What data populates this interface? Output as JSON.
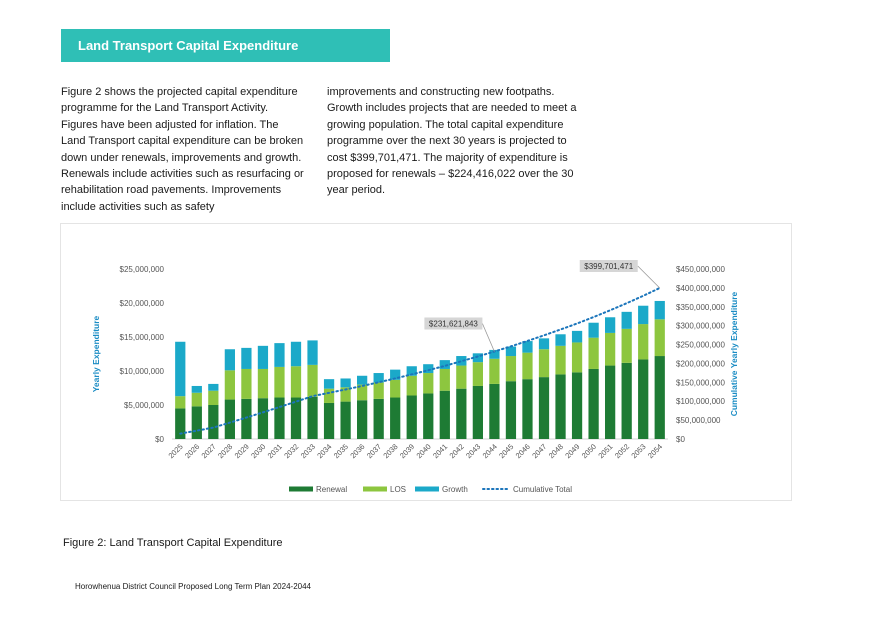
{
  "header": {
    "title": "Land Transport Capital Expenditure"
  },
  "body_text": {
    "column1": "Figure 2 shows the projected capital expenditure programme for the Land Transport Activity. Figures have been adjusted for inflation. The Land Transport capital expenditure can be broken down under renewals, improvements and growth. Renewals include activities such as resurfacing or rehabilitation road pavements. Improvements include activities such as safety",
    "column2": "improvements and constructing new footpaths. Growth includes projects that are needed to meet a growing population. The total capital expenditure programme over the next 30 years is projected to cost $399,701,471. The majority of expenditure is proposed for renewals – $224,416,022 over the 30 year period."
  },
  "chart_data": {
    "type": "bar",
    "stacked": true,
    "categories": [
      "2025",
      "2026",
      "2027",
      "2028",
      "2029",
      "2030",
      "2031",
      "2032",
      "2033",
      "2034",
      "2035",
      "2036",
      "2037",
      "2038",
      "2039",
      "2040",
      "2041",
      "2042",
      "2043",
      "2044",
      "2045",
      "2046",
      "2047",
      "2048",
      "2049",
      "2050",
      "2051",
      "2052",
      "2053",
      "2054"
    ],
    "series": [
      {
        "name": "Renewal",
        "color": "#1e7b34",
        "values": [
          4500000,
          4800000,
          5000000,
          5800000,
          5900000,
          6000000,
          6100000,
          6100000,
          6200000,
          5300000,
          5500000,
          5700000,
          5900000,
          6100000,
          6400000,
          6700000,
          7100000,
          7400000,
          7800000,
          8100000,
          8500000,
          8800000,
          9100000,
          9500000,
          9800000,
          10300000,
          10800000,
          11200000,
          11700000,
          12200000
        ]
      },
      {
        "name": "LOS",
        "color": "#8dc63f",
        "values": [
          1800000,
          2000000,
          2100000,
          4300000,
          4400000,
          4300000,
          4500000,
          4600000,
          4700000,
          2100000,
          2100000,
          2300000,
          2400000,
          2600000,
          2900000,
          3000000,
          3200000,
          3400000,
          3500000,
          3700000,
          3700000,
          3900000,
          4100000,
          4200000,
          4400000,
          4600000,
          4800000,
          5000000,
          5200000,
          5400000
        ]
      },
      {
        "name": "Growth",
        "color": "#1ba9c9",
        "values": [
          8000000,
          1000000,
          1000000,
          3100000,
          3100000,
          3400000,
          3500000,
          3600000,
          3600000,
          1400000,
          1300000,
          1300000,
          1400000,
          1500000,
          1400000,
          1300000,
          1300000,
          1400000,
          1300000,
          1300000,
          1400000,
          1700000,
          1600000,
          1700000,
          1700000,
          2200000,
          2300000,
          2500000,
          2700000,
          2700000
        ]
      }
    ],
    "cumulative": {
      "name": "Cumulative Total",
      "color": "#1b75bb",
      "values": [
        14300000,
        22100000,
        30200000,
        43400000,
        56800000,
        70500000,
        84600000,
        98900000,
        113400000,
        122200000,
        131100000,
        140400000,
        150100000,
        160300000,
        171000000,
        182000000,
        193600000,
        205800000,
        218400000,
        231621843,
        245200000,
        259600000,
        274400000,
        289800000,
        305700000,
        322800000,
        340700000,
        359400000,
        379000000,
        399701471
      ]
    },
    "annotations": [
      {
        "text": "$231,621,843",
        "index": 19
      },
      {
        "text": "$399,701,471",
        "index": 29
      }
    ],
    "ylabel": "Yearly Expenditure",
    "y2label": "Cumulative Yearly Expenditure",
    "ylim": [
      0,
      25000000
    ],
    "y2lim": [
      0,
      450000000
    ],
    "yticks": [
      {
        "value": 0,
        "label": "$0"
      },
      {
        "value": 5000000,
        "label": "$5,000,000"
      },
      {
        "value": 10000000,
        "label": "$10,000,000"
      },
      {
        "value": 15000000,
        "label": "$15,000,000"
      },
      {
        "value": 20000000,
        "label": "$20,000,000"
      },
      {
        "value": 25000000,
        "label": "$25,000,000"
      }
    ],
    "y2ticks": [
      {
        "value": 0,
        "label": "$0"
      },
      {
        "value": 50000000,
        "label": "$50,000,000"
      },
      {
        "value": 100000000,
        "label": "$100,000,000"
      },
      {
        "value": 150000000,
        "label": "$150,000,000"
      },
      {
        "value": 200000000,
        "label": "$200,000,000"
      },
      {
        "value": 250000000,
        "label": "$250,000,000"
      },
      {
        "value": 300000000,
        "label": "$300,000,000"
      },
      {
        "value": 350000000,
        "label": "$350,000,000"
      },
      {
        "value": 400000000,
        "label": "$400,000,000"
      },
      {
        "value": 450000000,
        "label": "$450,000,000"
      }
    ],
    "legend": [
      "Renewal",
      "LOS",
      "Growth",
      "Cumulative Total"
    ],
    "legend_position": "bottom",
    "grid": false,
    "axis_color": "#1a8cc4"
  },
  "caption": "Figure 2: Land Transport Capital Expenditure",
  "footer": "Horowhenua District Council Proposed Long Term Plan 2024-2044"
}
